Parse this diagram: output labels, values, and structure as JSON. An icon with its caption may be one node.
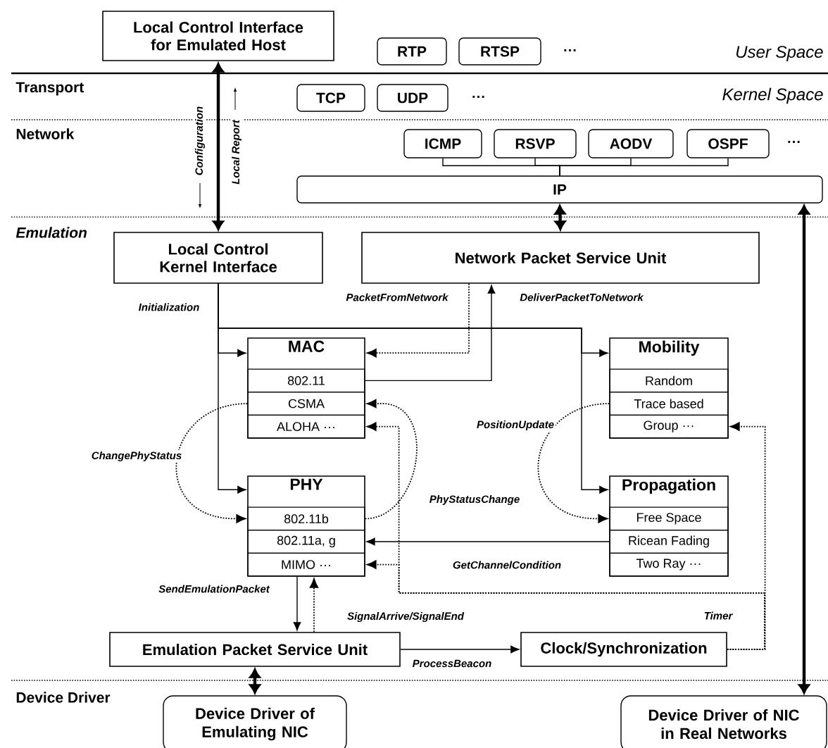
{
  "diagram": {
    "nodes": [
      {
        "text": [
          "Local Control Interface for Emulated Host"
        ]
      },
      {
        "text": [
          "RTP"
        ]
      },
      {
        "text": [
          "RTSP"
        ]
      },
      {
        "text": [
          "TCP"
        ]
      },
      {
        "text": [
          "UDP"
        ]
      },
      {
        "text": [
          "ICMP"
        ]
      },
      {
        "text": [
          "RSVP"
        ]
      },
      {
        "text": [
          "AODV"
        ]
      },
      {
        "text": [
          "OSPF"
        ]
      },
      {
        "text": [
          "IP"
        ]
      },
      {
        "text": [
          "Local Control Kernel Interface"
        ]
      },
      {
        "text": [
          "Network Packet Service Unit"
        ]
      },
      {
        "text": [
          "MAC"
        ]
      },
      {
        "text": [
          "802.11"
        ],
        "in": 12
      },
      {
        "text": [
          "CSMA"
        ],
        "in": 12
      },
      {
        "text": [
          "ALOHA ···"
        ],
        "in": 12
      },
      {
        "text": [
          "Mobility"
        ]
      },
      {
        "text": [
          "Random"
        ],
        "in": 16
      },
      {
        "text": [
          "Trace based"
        ],
        "in": 16
      },
      {
        "text": [
          "Group ···"
        ],
        "in": 16
      },
      {
        "text": [
          "PHY"
        ]
      },
      {
        "text": [
          "802.11b"
        ],
        "in": 20
      },
      {
        "text": [
          "802.11a, g"
        ],
        "in": 20
      },
      {
        "text": [
          "MIMO ···"
        ],
        "in": 20
      },
      {
        "text": [
          "Propagation"
        ]
      },
      {
        "text": [
          "Free Space"
        ],
        "in": 24
      },
      {
        "text": [
          "Ricean Fading"
        ],
        "in": 24
      },
      {
        "text": [
          "Two Ray ···"
        ],
        "in": 24
      },
      {
        "text": [
          "Emulation Packet Service Unit"
        ]
      },
      {
        "text": [
          "Clock/Synchronization"
        ]
      },
      {
        "text": [
          "Device Driver of Emulating NIC"
        ]
      },
      {
        "text": [
          "Device Driver of NIC in Real Networks"
        ]
      }
    ],
    "edges": [
      {
        "from": 0,
        "to": 10,
        "arrow": "both",
        "style": "thick",
        "label": "Configuration"
      },
      {
        "from": 5,
        "to": 9,
        "arrow": "none"
      },
      {
        "from": 6,
        "to": 9,
        "arrow": "none"
      },
      {
        "from": 7,
        "to": 9,
        "arrow": "none"
      },
      {
        "from": 8,
        "to": 9,
        "arrow": "none"
      },
      {
        "from": 9,
        "to": 11,
        "arrow": "both",
        "style": "thick"
      },
      {
        "from": 9,
        "to": 31,
        "arrow": "both",
        "style": "thick"
      },
      {
        "from": 10,
        "to": 12,
        "arrow": "to",
        "label": "Initialization"
      },
      {
        "from": 10,
        "to": 20,
        "arrow": "to"
      },
      {
        "from": 10,
        "to": 16,
        "arrow": "to"
      },
      {
        "from": 10,
        "to": 24,
        "arrow": "to"
      },
      {
        "from": 11,
        "to": 12,
        "arrow": "to",
        "style": "dashed",
        "label": "PacketFromNetwork"
      },
      {
        "from": 13,
        "to": 11,
        "arrow": "to",
        "label": "DeliverPacketToNetwork"
      },
      {
        "from": 14,
        "to": 21,
        "arrow": "to",
        "style": "dashed",
        "label": "ChangePhyStatus"
      },
      {
        "from": 21,
        "to": 14,
        "arrow": "to",
        "style": "dashed",
        "label": "PhyStatusChange"
      },
      {
        "from": 18,
        "to": 25,
        "arrow": "to",
        "style": "dashed",
        "label": "PositionUpdate"
      },
      {
        "from": 26,
        "to": 22,
        "arrow": "to",
        "label": "GetChannelCondition"
      },
      {
        "from": 20,
        "to": 28,
        "arrow": "to",
        "label": "SendEmulationPacket"
      },
      {
        "from": 28,
        "to": 20,
        "arrow": "to",
        "style": "dashed",
        "label": "SignalArrive/SignalEnd"
      },
      {
        "from": 28,
        "to": 29,
        "arrow": "to",
        "label": "ProcessBeacon"
      },
      {
        "from": 28,
        "to": 30,
        "arrow": "both",
        "style": "thick"
      },
      {
        "from": 29,
        "to": 19,
        "arrow": "to",
        "style": "dashed",
        "label": "Timer"
      },
      {
        "from": 29,
        "to": 15,
        "arrow": "to",
        "style": "dashed"
      },
      {
        "from": 29,
        "to": 23,
        "arrow": "to",
        "style": "dashed"
      }
    ],
    "labels": [
      "User Space",
      "···",
      "Transport",
      "Kernel Space",
      "···",
      "Network",
      "···",
      "Local Report",
      "Emulation",
      "Device Driver"
    ]
  }
}
